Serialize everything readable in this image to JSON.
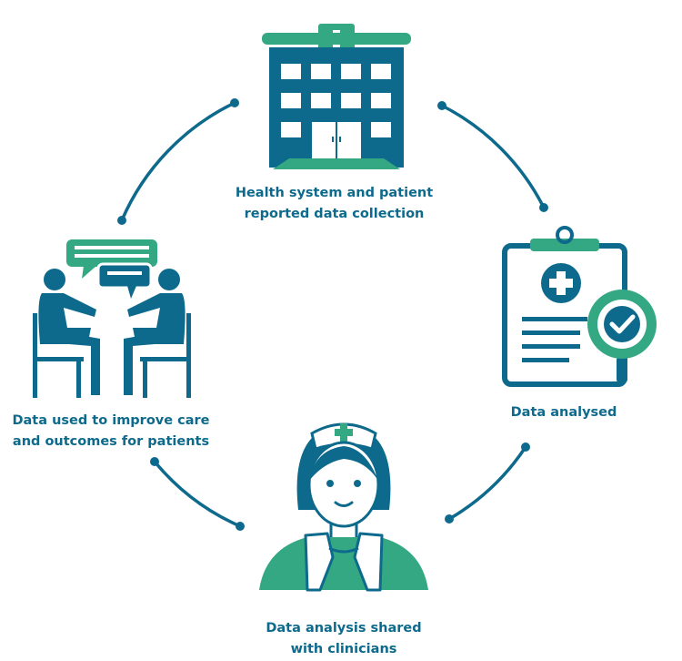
{
  "colors": {
    "teal": "#0e6a8c",
    "green": "#33a882",
    "background": "#ffffff"
  },
  "nodes": [
    {
      "id": "health-system",
      "icon": "hospital-icon",
      "label_lines": [
        "Health system and patient",
        "reported data collection"
      ]
    },
    {
      "id": "data-analysed",
      "icon": "clipboard-magnifier-icon",
      "label_lines": [
        "Data analysed"
      ]
    },
    {
      "id": "shared-with-clinicians",
      "icon": "nurse-icon",
      "label_lines": [
        "Data analysis shared",
        "with clinicians"
      ]
    },
    {
      "id": "improve-care",
      "icon": "conversation-icon",
      "label_lines": [
        "Data used to improve care",
        "and outcomes for patients"
      ]
    }
  ]
}
